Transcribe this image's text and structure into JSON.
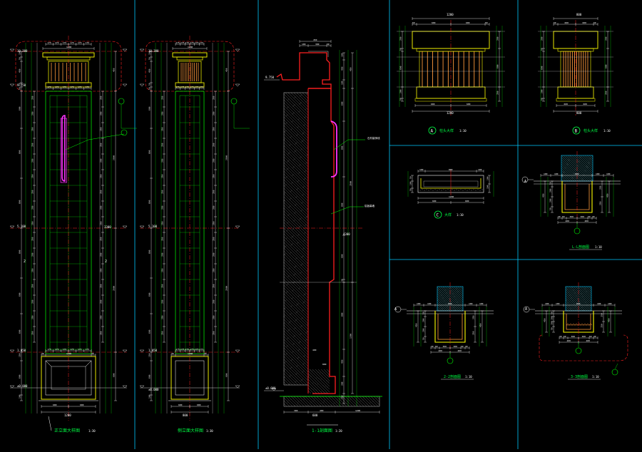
{
  "colors": {
    "background": "#000000",
    "divider": "#00c8ff",
    "dimension": "#ffffff",
    "outline": "#ffff00",
    "detail": "#ff9a3c",
    "grid": "#00ff00",
    "centerline": "#ff2020",
    "accent": "#ff33ff",
    "hatch": "#8c8c8c",
    "tag": "#00ff44",
    "leader": "#00ff00"
  },
  "panels": {
    "front_elevation": {
      "label": "正立面大样图",
      "scale": "1:30"
    },
    "side_elevation": {
      "label": "侧立面大样图",
      "scale": "1:30"
    },
    "section_1": {
      "label": "1-1剖面图",
      "scale": "1:20"
    },
    "cap_plan_a": {
      "tag": "A",
      "label": "柱头大样",
      "scale": "1:10"
    },
    "cap_plan_b": {
      "tag": "B",
      "label": "柱头大样",
      "scale": "1:10"
    },
    "detail_c": {
      "tag": "C",
      "label": "大样",
      "scale": "1:10"
    },
    "section_l": {
      "label": "L-L剖面图",
      "scale": "1:10"
    },
    "section_2": {
      "label": "2-2剖面图",
      "scale": "1:10"
    },
    "section_3": {
      "label": "3-3剖面图",
      "scale": "1:10"
    }
  },
  "levels": {
    "top": "10.300",
    "top2": "9.750",
    "mid": "5.100",
    "low": "1.050",
    "ground": "±0.000"
  },
  "dims": {
    "d4300": "4300",
    "d3300": "3300",
    "d2500": "2500",
    "d1200": "1200",
    "d600": "600",
    "d450": "450",
    "d300": "300",
    "d150": "150",
    "d100": "100",
    "d50": "50",
    "d30": "30",
    "d200": "200",
    "d800": "800",
    "d250": "250",
    "d400": "400",
    "d175": "175"
  },
  "axes": {
    "a": "A",
    "one": "1",
    "two": "2"
  },
  "notes": {
    "n1": "石材装饰线",
    "n2": "铝板幕墙"
  }
}
